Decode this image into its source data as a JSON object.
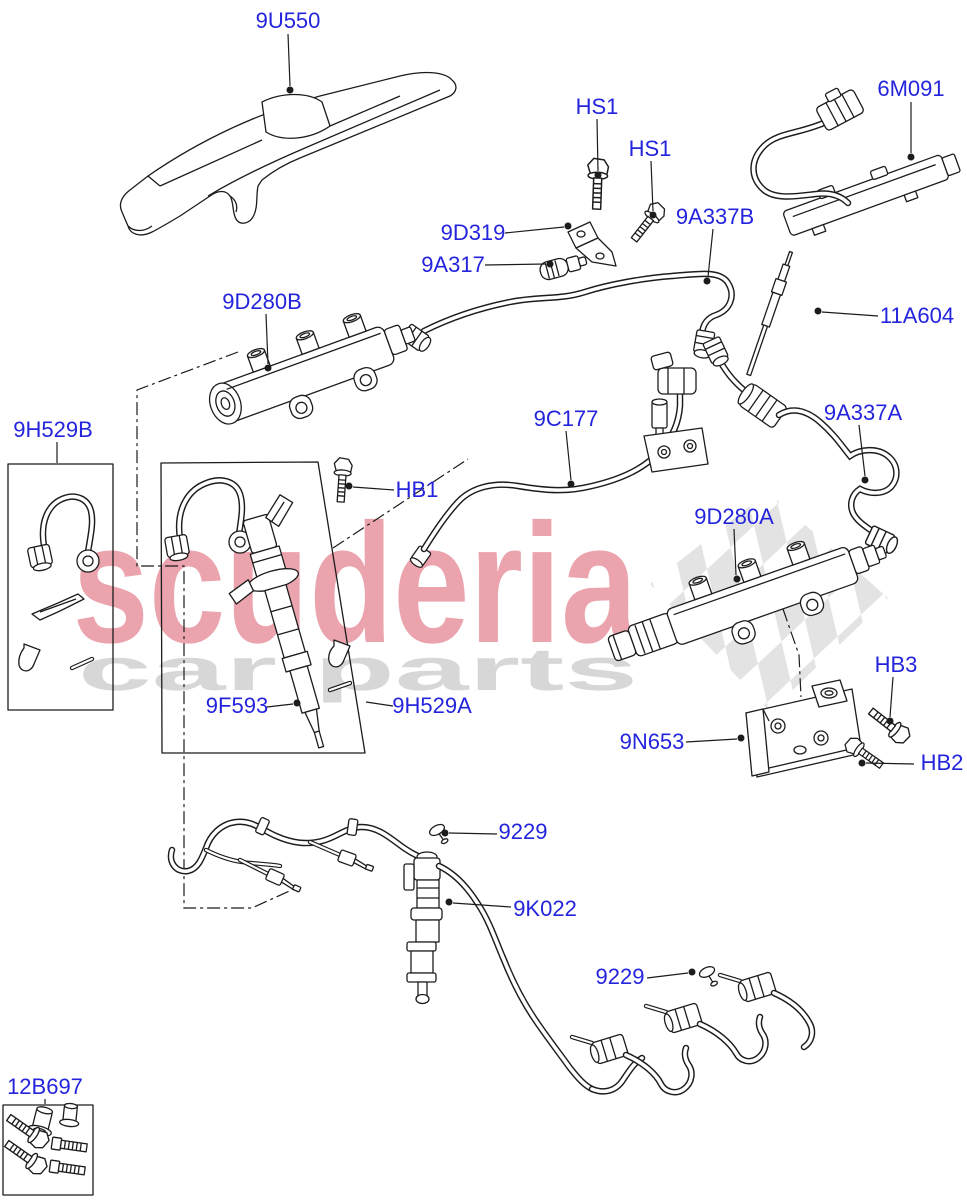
{
  "watermark": {
    "brand": "scuderia",
    "tagline": "car parts"
  },
  "colors": {
    "label": "#2424dd",
    "watermark_pink": "#eba3ad",
    "watermark_gray": "#d7d7d7",
    "checker_gray": "#e3e3e3",
    "line": "#1c1c1c",
    "background": "#ffffff"
  },
  "labels": [
    {
      "text": "9U550"
    },
    {
      "text": "HS1"
    },
    {
      "text": "HS1"
    },
    {
      "text": "6M091"
    },
    {
      "text": "9D319"
    },
    {
      "text": "9A337B"
    },
    {
      "text": "9A317"
    },
    {
      "text": "9D280B"
    },
    {
      "text": "11A604"
    },
    {
      "text": "9H529B"
    },
    {
      "text": "9C177"
    },
    {
      "text": "9A337A"
    },
    {
      "text": "HB1"
    },
    {
      "text": "9D280A"
    },
    {
      "text": "HB3"
    },
    {
      "text": "9F593"
    },
    {
      "text": "9H529A"
    },
    {
      "text": "9N653"
    },
    {
      "text": "HB2"
    },
    {
      "text": "9229"
    },
    {
      "text": "9K022"
    },
    {
      "text": "9229"
    },
    {
      "text": "12B697"
    }
  ]
}
